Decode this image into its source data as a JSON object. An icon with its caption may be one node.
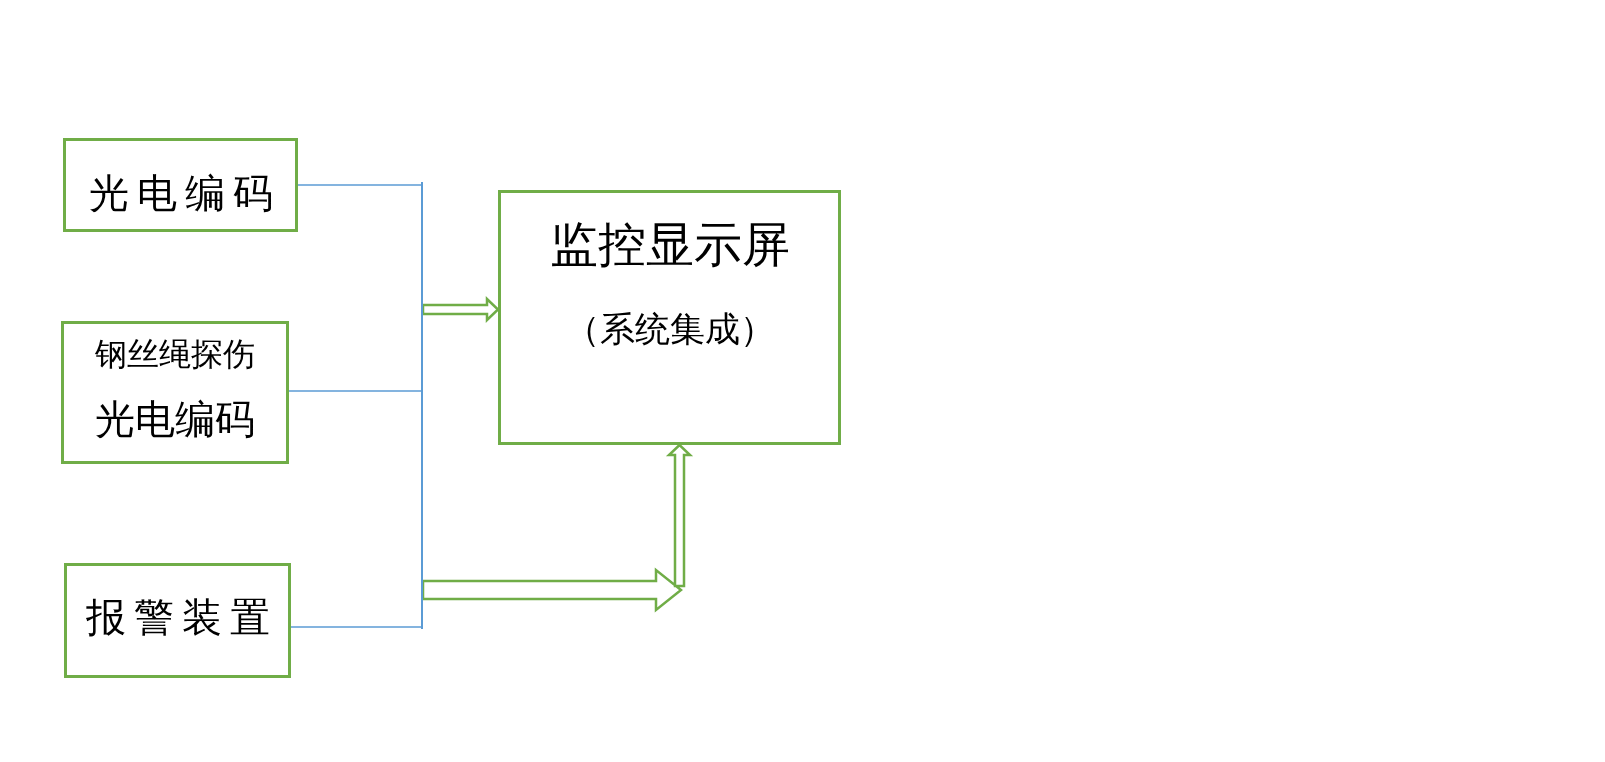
{
  "diagram": {
    "nodes": [
      {
        "text": [
          "光电编码"
        ]
      },
      {
        "text": [
          "钢丝绳探伤",
          "光电编码"
        ]
      },
      {
        "text": [
          "报警装置"
        ]
      },
      {
        "text": [],
        "shape": "bar"
      },
      {
        "text": [
          "监控显示屏",
          "（系统集成）"
        ]
      }
    ],
    "edges": [
      {
        "from": 0,
        "to": 3,
        "arrow": "none"
      },
      {
        "from": 1,
        "to": 3,
        "arrow": "none"
      },
      {
        "from": 2,
        "to": 3,
        "arrow": "none"
      },
      {
        "from": 3,
        "to": 4,
        "arrow": "to",
        "style": "thick",
        "color": "#70ad47"
      },
      {
        "from": 3,
        "to": 4,
        "arrow": "to",
        "style": "thick",
        "color": "#70ad47"
      }
    ]
  }
}
